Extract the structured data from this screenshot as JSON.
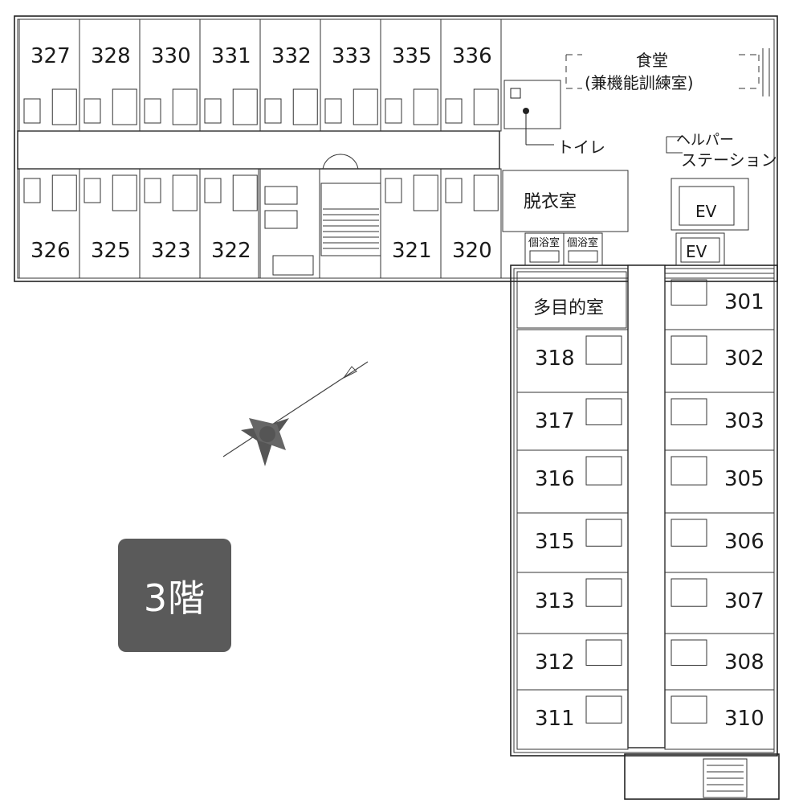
{
  "floor_label": "3階",
  "labels": {
    "dining": "食堂",
    "dining_sub": "(兼機能訓練室)",
    "toilet": "トイレ",
    "helper_1": "ヘルパー",
    "helper_2": "ステーション",
    "dressing": "脱衣室",
    "bath_1": "個浴室",
    "bath_2": "個浴室",
    "multipurpose": "多目的室",
    "ev_1": "EV",
    "ev_2": "EV"
  },
  "rooms_top_north": [
    "327",
    "328",
    "330",
    "331",
    "332",
    "333",
    "335",
    "336"
  ],
  "rooms_top_south_left": [
    "326",
    "325",
    "323",
    "322"
  ],
  "rooms_top_south_right": [
    "321",
    "320"
  ],
  "rooms_wing_west": [
    "318",
    "317",
    "316",
    "315",
    "313",
    "312",
    "311"
  ],
  "rooms_wing_east": [
    "301",
    "302",
    "303",
    "305",
    "306",
    "307",
    "308",
    "310"
  ]
}
